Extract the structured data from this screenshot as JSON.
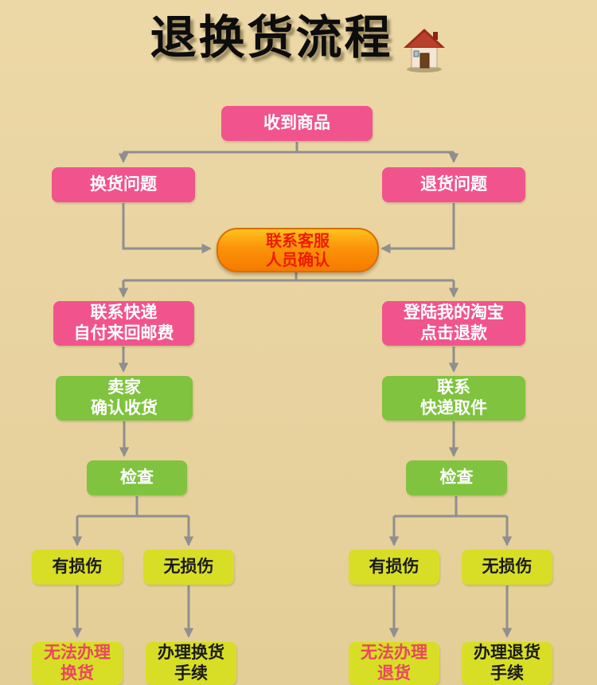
{
  "title": {
    "text": "退换货流程",
    "icon": "house-icon"
  },
  "nodes": {
    "receive": {
      "label": "收到商品"
    },
    "exchange_issue": {
      "label": "换货问题"
    },
    "return_issue": {
      "label": "退货问题"
    },
    "contact_service": {
      "label": "联系客服\n人员确认"
    },
    "contact_courier": {
      "label": "联系快递\n自付来回邮费"
    },
    "login_taobao": {
      "label": "登陆我的淘宝\n点击退款"
    },
    "seller_confirm": {
      "label": "卖家\n确认收货"
    },
    "courier_pickup": {
      "label": "联系\n快递取件"
    },
    "check_left": {
      "label": "检查"
    },
    "check_right": {
      "label": "检查"
    },
    "damaged_left": {
      "label": "有损伤"
    },
    "undamaged_left": {
      "label": "无损伤"
    },
    "damaged_right": {
      "label": "有损伤"
    },
    "undamaged_right": {
      "label": "无损伤"
    },
    "cannot_exchange": {
      "label": "无法办理\n换货"
    },
    "exchange_procedure": {
      "label": "办理换货\n手续"
    },
    "cannot_return": {
      "label": "无法办理\n退货"
    },
    "return_procedure": {
      "label": "办理退货\n手续"
    }
  },
  "colors": {
    "background": "#e8d3a0",
    "pink": "#f1548c",
    "orange": "#f88a00",
    "green": "#7fc33e",
    "yellow": "#d8de25",
    "arrow": "#8f8f8f",
    "alert_text": "#ea4562",
    "orange_text": "#ee1c00"
  }
}
